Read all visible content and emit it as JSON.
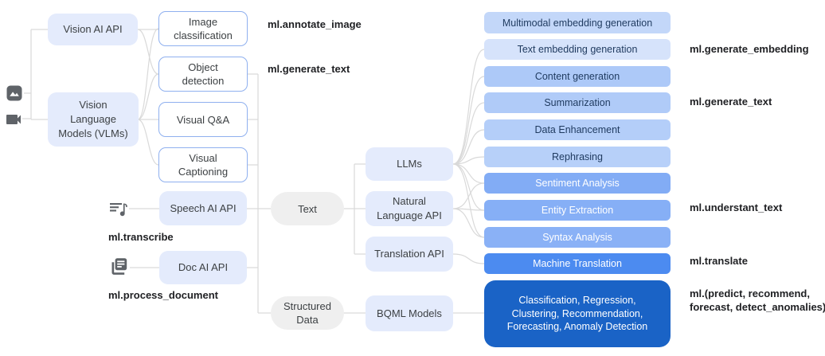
{
  "colors": {
    "node_fill": "#e4ebfc",
    "white_node_border": "#8fb0ef",
    "oval_fill": "#efefef",
    "connector_line": "#d9d9d9",
    "dark_box": "#1a63c6",
    "icon_gray": "#5f6368",
    "node_text": "#3c4043",
    "label_text": "#202124"
  },
  "icons": {
    "image_input": "image-icon",
    "video_input": "video-camera-icon",
    "audio_input": "audio-playlist-note-icon",
    "document_input": "document-pages-icon"
  },
  "nodes": {
    "vision_ai_api": "Vision AI API",
    "vlms_lines": [
      "Vision",
      "Language",
      "Models (VLMs)"
    ],
    "image_classification_lines": [
      "Image",
      "classification"
    ],
    "object_detection_lines": [
      "Object",
      "detection"
    ],
    "visual_qa": "Visual Q&A",
    "visual_captioning_lines": [
      "Visual",
      "Captioning"
    ],
    "speech_ai_api": "Speech AI API",
    "doc_ai_api": "Doc AI API",
    "text_stage": "Text",
    "structured_data_lines": [
      "Structured",
      "Data"
    ],
    "llms": "LLMs",
    "natural_language_api_lines": [
      "Natural",
      "Language API"
    ],
    "translation_api": "Translation API",
    "bqml_models": "BQML Models",
    "bqml_capabilities_lines": [
      "Classification, Regression,",
      "Clustering, Recommendation,",
      "Forecasting, Anomaly Detection"
    ]
  },
  "capabilities": [
    {
      "label": "Multimodal embedding generation",
      "bg": "#c3d7f9",
      "fg": "#1f3a5f"
    },
    {
      "label": "Text embedding generation",
      "bg": "#d6e3fb",
      "fg": "#1f3a5f"
    },
    {
      "label": "Content generation",
      "bg": "#adc9f8",
      "fg": "#1f3a5f"
    },
    {
      "label": "Summarization",
      "bg": "#b0cbf8",
      "fg": "#1f3a5f"
    },
    {
      "label": "Data Enhancement",
      "bg": "#b4cef9",
      "fg": "#1f3a5f"
    },
    {
      "label": "Rephrasing",
      "bg": "#b7d0f9",
      "fg": "#1f3a5f"
    },
    {
      "label": "Sentiment Analysis",
      "bg": "#82acf5",
      "fg": "#ffffff"
    },
    {
      "label": "Entity Extraction",
      "bg": "#86aff6",
      "fg": "#ffffff"
    },
    {
      "label": "Syntax Analysis",
      "bg": "#8ab1f6",
      "fg": "#ffffff"
    },
    {
      "label": "Machine Translation",
      "bg": "#4c8bf0",
      "fg": "#ffffff"
    }
  ],
  "function_labels": {
    "annotate_image": "ml.annotate_image",
    "generate_text_left": "ml.generate_text",
    "transcribe": "ml.transcribe",
    "process_document": "ml.process_document",
    "generate_embedding": "ml.generate_embedding",
    "generate_text_right": "ml.generate_text",
    "understant_text": "ml.understant_text",
    "translate": "ml.translate",
    "predict_lines": [
      "ml.(predict, recommend,",
      "forecast, detect_anomalies)"
    ]
  }
}
